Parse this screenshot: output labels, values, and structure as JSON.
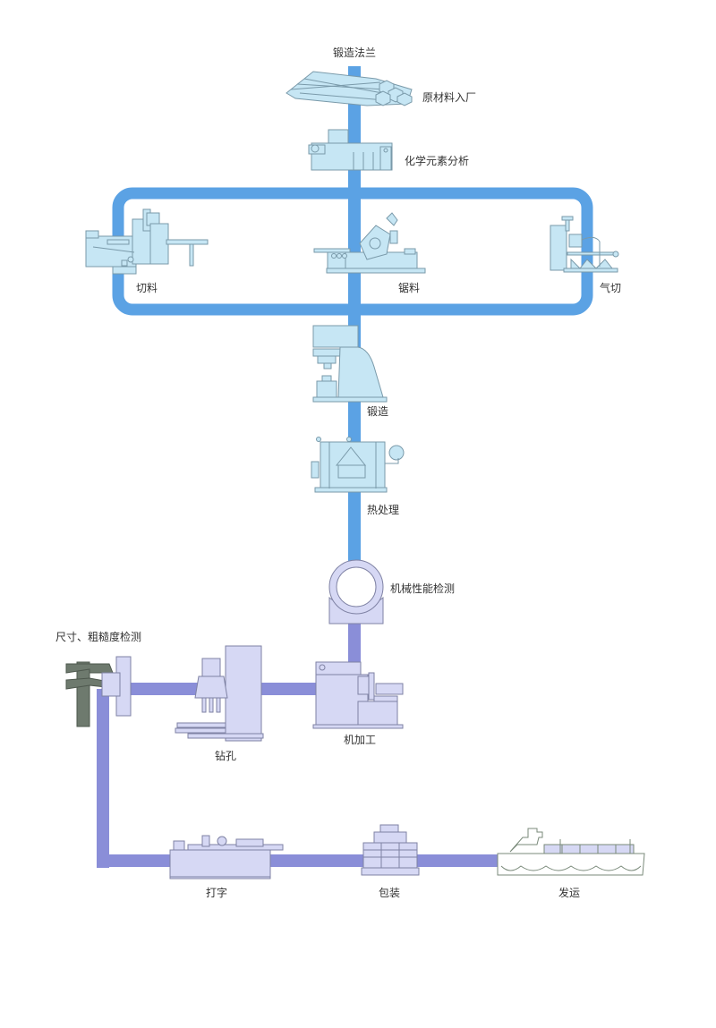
{
  "title": "锻造法兰",
  "colors": {
    "blue_line": "#5ba2e4",
    "purple_line": "#8a8ed8",
    "machine_blue_fill": "#c6e6f4",
    "machine_blue_stroke": "#7a9aaa",
    "machine_purple_fill": "#d6d8f4",
    "machine_purple_stroke": "#7f82a4",
    "caliper": "#6e7a6e",
    "label": "#333333"
  },
  "steps": [
    {
      "id": "raw-material",
      "label": "原材料入厂",
      "icon": "steel-bars-icon"
    },
    {
      "id": "chemical-analysis",
      "label": "化学元素分析",
      "icon": "spectrometer-icon"
    },
    {
      "id": "shearing",
      "label": "切料",
      "icon": "shearing-machine-icon"
    },
    {
      "id": "sawing",
      "label": "锯料",
      "icon": "saw-machine-icon"
    },
    {
      "id": "gas-cutting",
      "label": "气切",
      "icon": "gas-cutting-machine-icon"
    },
    {
      "id": "forging",
      "label": "锻造",
      "icon": "forging-hammer-icon"
    },
    {
      "id": "heat-treatment",
      "label": "热处理",
      "icon": "furnace-icon"
    },
    {
      "id": "mechanical-test",
      "label": "机械性能检测",
      "icon": "ring-test-icon"
    },
    {
      "id": "machining",
      "label": "机加工",
      "icon": "lathe-icon"
    },
    {
      "id": "drilling",
      "label": "钻孔",
      "icon": "drill-press-icon"
    },
    {
      "id": "dimension-check",
      "label": "尺寸、粗糙度检测",
      "icon": "caliper-icon"
    },
    {
      "id": "marking",
      "label": "打字",
      "icon": "marking-machine-icon"
    },
    {
      "id": "packing",
      "label": "包装",
      "icon": "packing-crates-icon"
    },
    {
      "id": "shipping",
      "label": "发运",
      "icon": "cargo-ship-icon"
    }
  ]
}
